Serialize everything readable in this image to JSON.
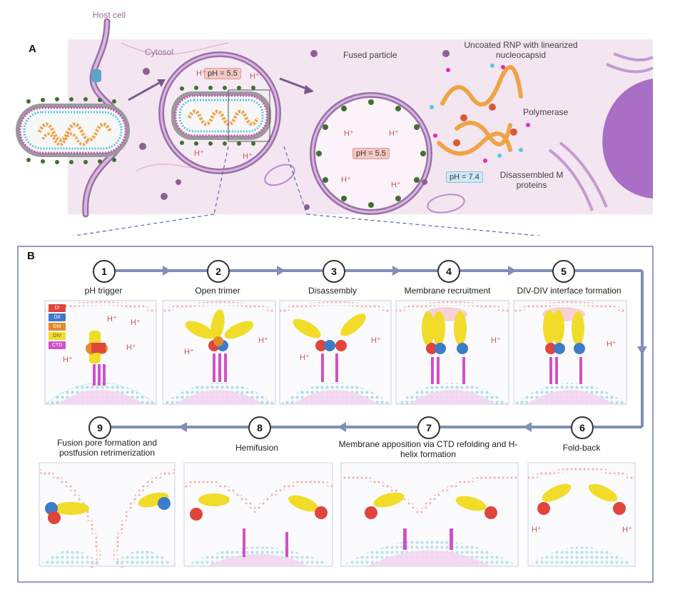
{
  "panel_a": {
    "letter": "A",
    "host_cell_label": "Host cell",
    "cytosol_label": "Cytosol",
    "fused_particle_label": "Fused particle",
    "rnp_label": "Uncoated RNP with linearized nucleocapsid",
    "polymerase_label": "Polymerase",
    "m_proteins_label": "Disassembled M proteins",
    "ph_endosome": "pH = 5.5",
    "ph_fused": "pH = 5.5",
    "ph_cytosol": "pH = 7.4",
    "hplus": "H⁺"
  },
  "panel_b": {
    "letter": "B",
    "steps": [
      {
        "number": "1",
        "label": "pH trigger"
      },
      {
        "number": "2",
        "label": "Open trimer"
      },
      {
        "number": "3",
        "label": "Disassembly"
      },
      {
        "number": "4",
        "label": "Membrane recruitment"
      },
      {
        "number": "5",
        "label": "DIV-DIV interface formation"
      },
      {
        "number": "6",
        "label": "Fold-back"
      },
      {
        "number": "7",
        "label": "Membrane apposition via CTD refolding and H-helix formation"
      },
      {
        "number": "8",
        "label": "Hemifusion"
      },
      {
        "number": "9",
        "label": "Fusion pore formation and postfusion retrimerization"
      }
    ],
    "legend": [
      {
        "label": "DI",
        "color": "#e0443a"
      },
      {
        "label": "DII",
        "color": "#3d7cc9"
      },
      {
        "label": "DIII",
        "color": "#e38b2c"
      },
      {
        "label": "DIV",
        "color": "#f1dc2a"
      },
      {
        "label": "CTD",
        "color": "#d24fc9"
      }
    ],
    "hplus": "H⁺"
  },
  "colors": {
    "cell_bg": "#f3e6f1",
    "membrane": "#9b6fa8",
    "arrow": "#7f8fb8",
    "spike": "#3f6f32",
    "rnp": "#f0a346",
    "nucleus": "#a86fc4",
    "panel_border": "#6e7fa8"
  }
}
